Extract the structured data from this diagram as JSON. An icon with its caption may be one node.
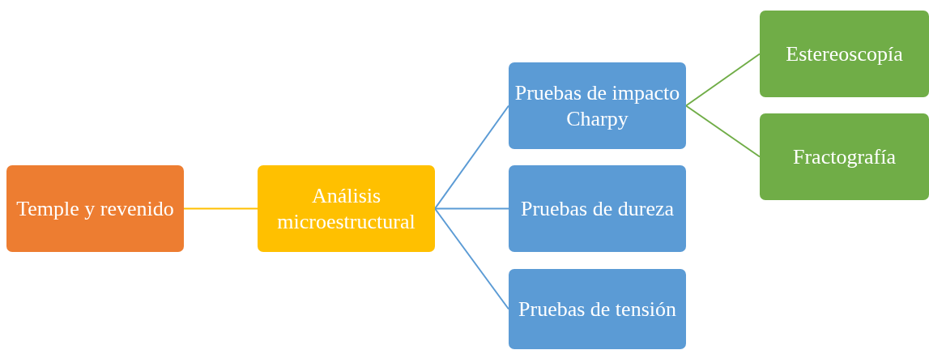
{
  "diagram": {
    "nodes": [
      {
        "text": [
          "Temple y revenido"
        ]
      },
      {
        "text": [
          "Análisis microestructural"
        ]
      },
      {
        "text": [
          "Pruebas de impacto Charpy"
        ]
      },
      {
        "text": [
          "Pruebas de dureza"
        ]
      },
      {
        "text": [
          "Pruebas de tensión"
        ]
      },
      {
        "text": [
          "Estereoscopía"
        ]
      },
      {
        "text": [
          "Fractografía"
        ]
      }
    ],
    "edges": [
      {
        "from": 0,
        "to": 1,
        "arrow": "none",
        "color": "#ffc000"
      },
      {
        "from": 1,
        "to": 2,
        "arrow": "none",
        "color": "#5b9bd5"
      },
      {
        "from": 1,
        "to": 3,
        "arrow": "none",
        "color": "#5b9bd5"
      },
      {
        "from": 1,
        "to": 4,
        "arrow": "none",
        "color": "#5b9bd5"
      },
      {
        "from": 2,
        "to": 5,
        "arrow": "none",
        "color": "#70ad47"
      },
      {
        "from": 2,
        "to": 6,
        "arrow": "none",
        "color": "#70ad47"
      }
    ]
  }
}
